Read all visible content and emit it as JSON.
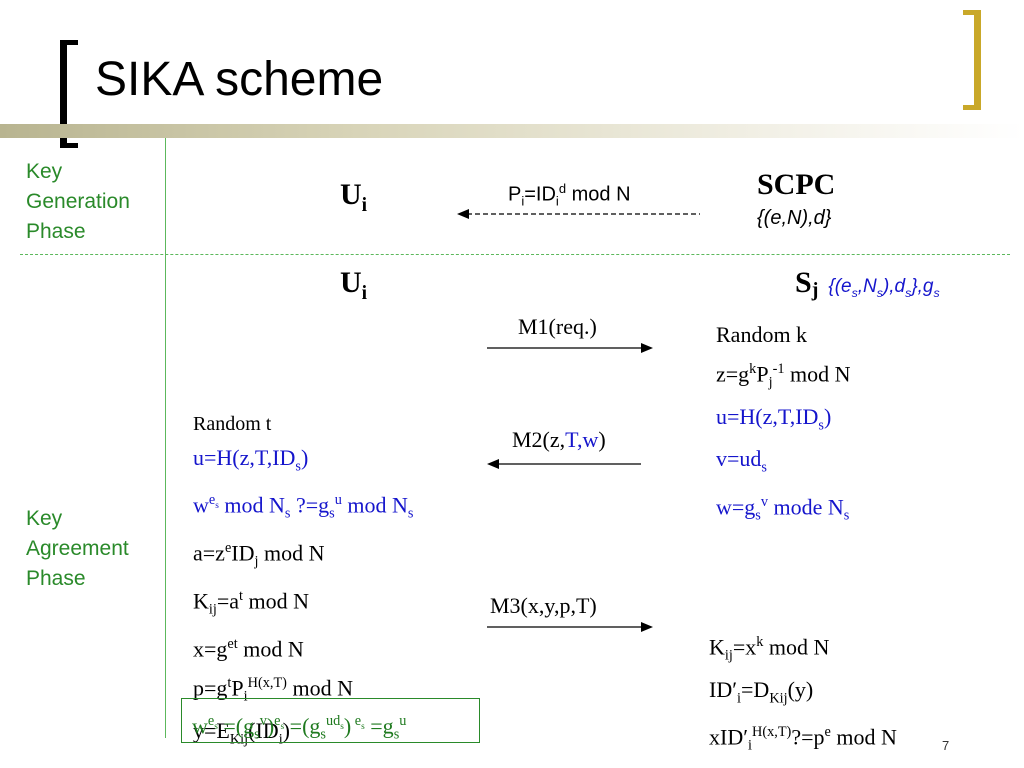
{
  "slide": {
    "title": "SIKA scheme",
    "page_number": "7"
  },
  "phases": {
    "key_generation": {
      "l1": "Key",
      "l2": "Generation",
      "l3": "Phase"
    },
    "key_agreement": {
      "l1": "Key",
      "l2": "Agreement",
      "l3": "Phase"
    }
  },
  "generation": {
    "user": "U",
    "user_sub": "i",
    "message": "P_i=ID_i^d mod N",
    "scpc_name": "SCPC",
    "scpc_keys": "{(e,N),d}"
  },
  "agreement": {
    "user": "U",
    "user_sub": "i",
    "server": "S",
    "server_sub": "j",
    "server_keys": "{(e_s,N_s),d_s},g_s",
    "m1": "M1(req.)",
    "m2": "M2(z,T,w)",
    "m3": "M3(x,y,p,T)"
  },
  "server_steps": [
    "Random k",
    "z=g^kP_j^-1 mod N",
    "u=H(z,T,ID_s)",
    "v=ud_s",
    "w=g_s^v mode N_s"
  ],
  "user_steps": [
    "Random t",
    "u=H(z,T,ID_s)",
    "w^e_s mod N_s ?=g_s^u mod N_s",
    "a=z^eID_j mod N",
    "K_ij=a^t mod N",
    "x=g^et mod N",
    "p=g^tP_i^H(x,T) mod N",
    "y=E_Kij(ID_i)"
  ],
  "server_final_steps": [
    "K_ij=x^k mod N",
    "ID'_i=D_Kij(y)",
    "xID'_i^H(x,T)?=p^e mod N"
  ],
  "verification": "w^e_s =(g_s^v)^e_s =(g_s^ud_s)^e_s =g_s^u",
  "colors": {
    "accent_gold": "#c9a829",
    "phase_green": "#2a8a2a",
    "formula_blue": "#1515cc"
  }
}
